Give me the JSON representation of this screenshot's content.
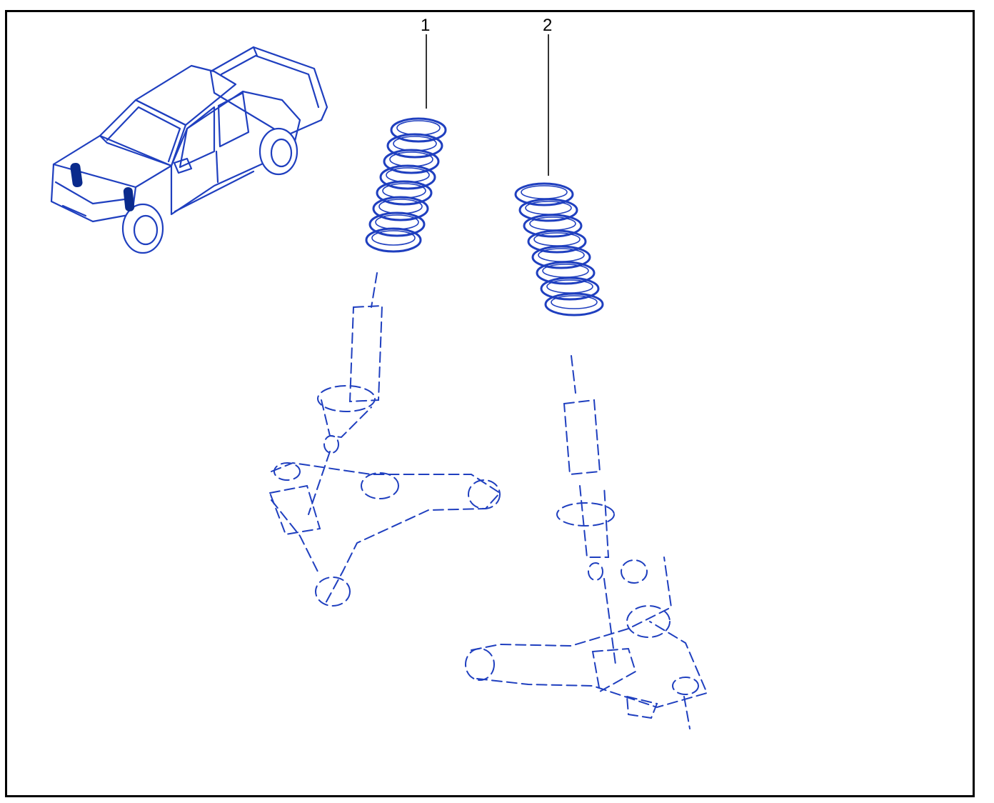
{
  "callouts": [
    {
      "id": "1",
      "label": "1"
    },
    {
      "id": "2",
      "label": "2"
    }
  ],
  "colors": {
    "line": "#1f3fbf",
    "fill": "#ffffff",
    "highlight": "#0a2a8c",
    "frame": "#000000",
    "leader": "#000000"
  },
  "parts": {
    "part_1": "front-coil-spring-left",
    "part_2": "front-coil-spring-right"
  }
}
